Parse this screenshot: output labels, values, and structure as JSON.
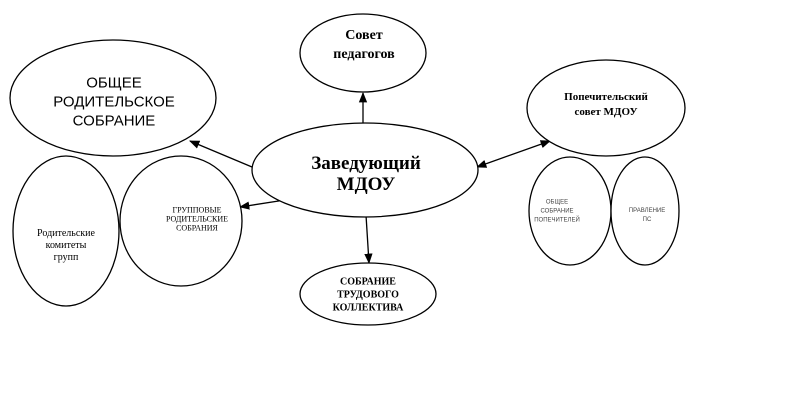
{
  "nodes": {
    "director": "Заведующий\nМДОУ",
    "teachers_council": "Совет\nпедагогов",
    "general_parent_meeting": "ОБЩЕЕ\nРОДИТЕЛЬСКОЕ\nСОБРАНИЕ",
    "group_parent_meetings": "ГРУППОВЫЕ\nРОДИТЕЛЬСКИЕ\nСОБРАНИЯ",
    "parent_committees": "Родительские\nкомитеты\nгрупп",
    "labor_collective_meeting": "СОБРАНИЕ\nТРУДОВОГО\nКОЛЛЕКТИВА",
    "board_of_trustees": "Попечительский\nсовет МДОУ",
    "trustees_general_meeting": "ОБЩЕЕ\nСОБРАНИЕ\nПОПЕЧИТЕЛЕЙ",
    "board_management": "ПРАВЛЕНИЕ\nПС"
  },
  "colors": {
    "stroke": "#000000",
    "fill": "#ffffff",
    "text": "#000000"
  }
}
